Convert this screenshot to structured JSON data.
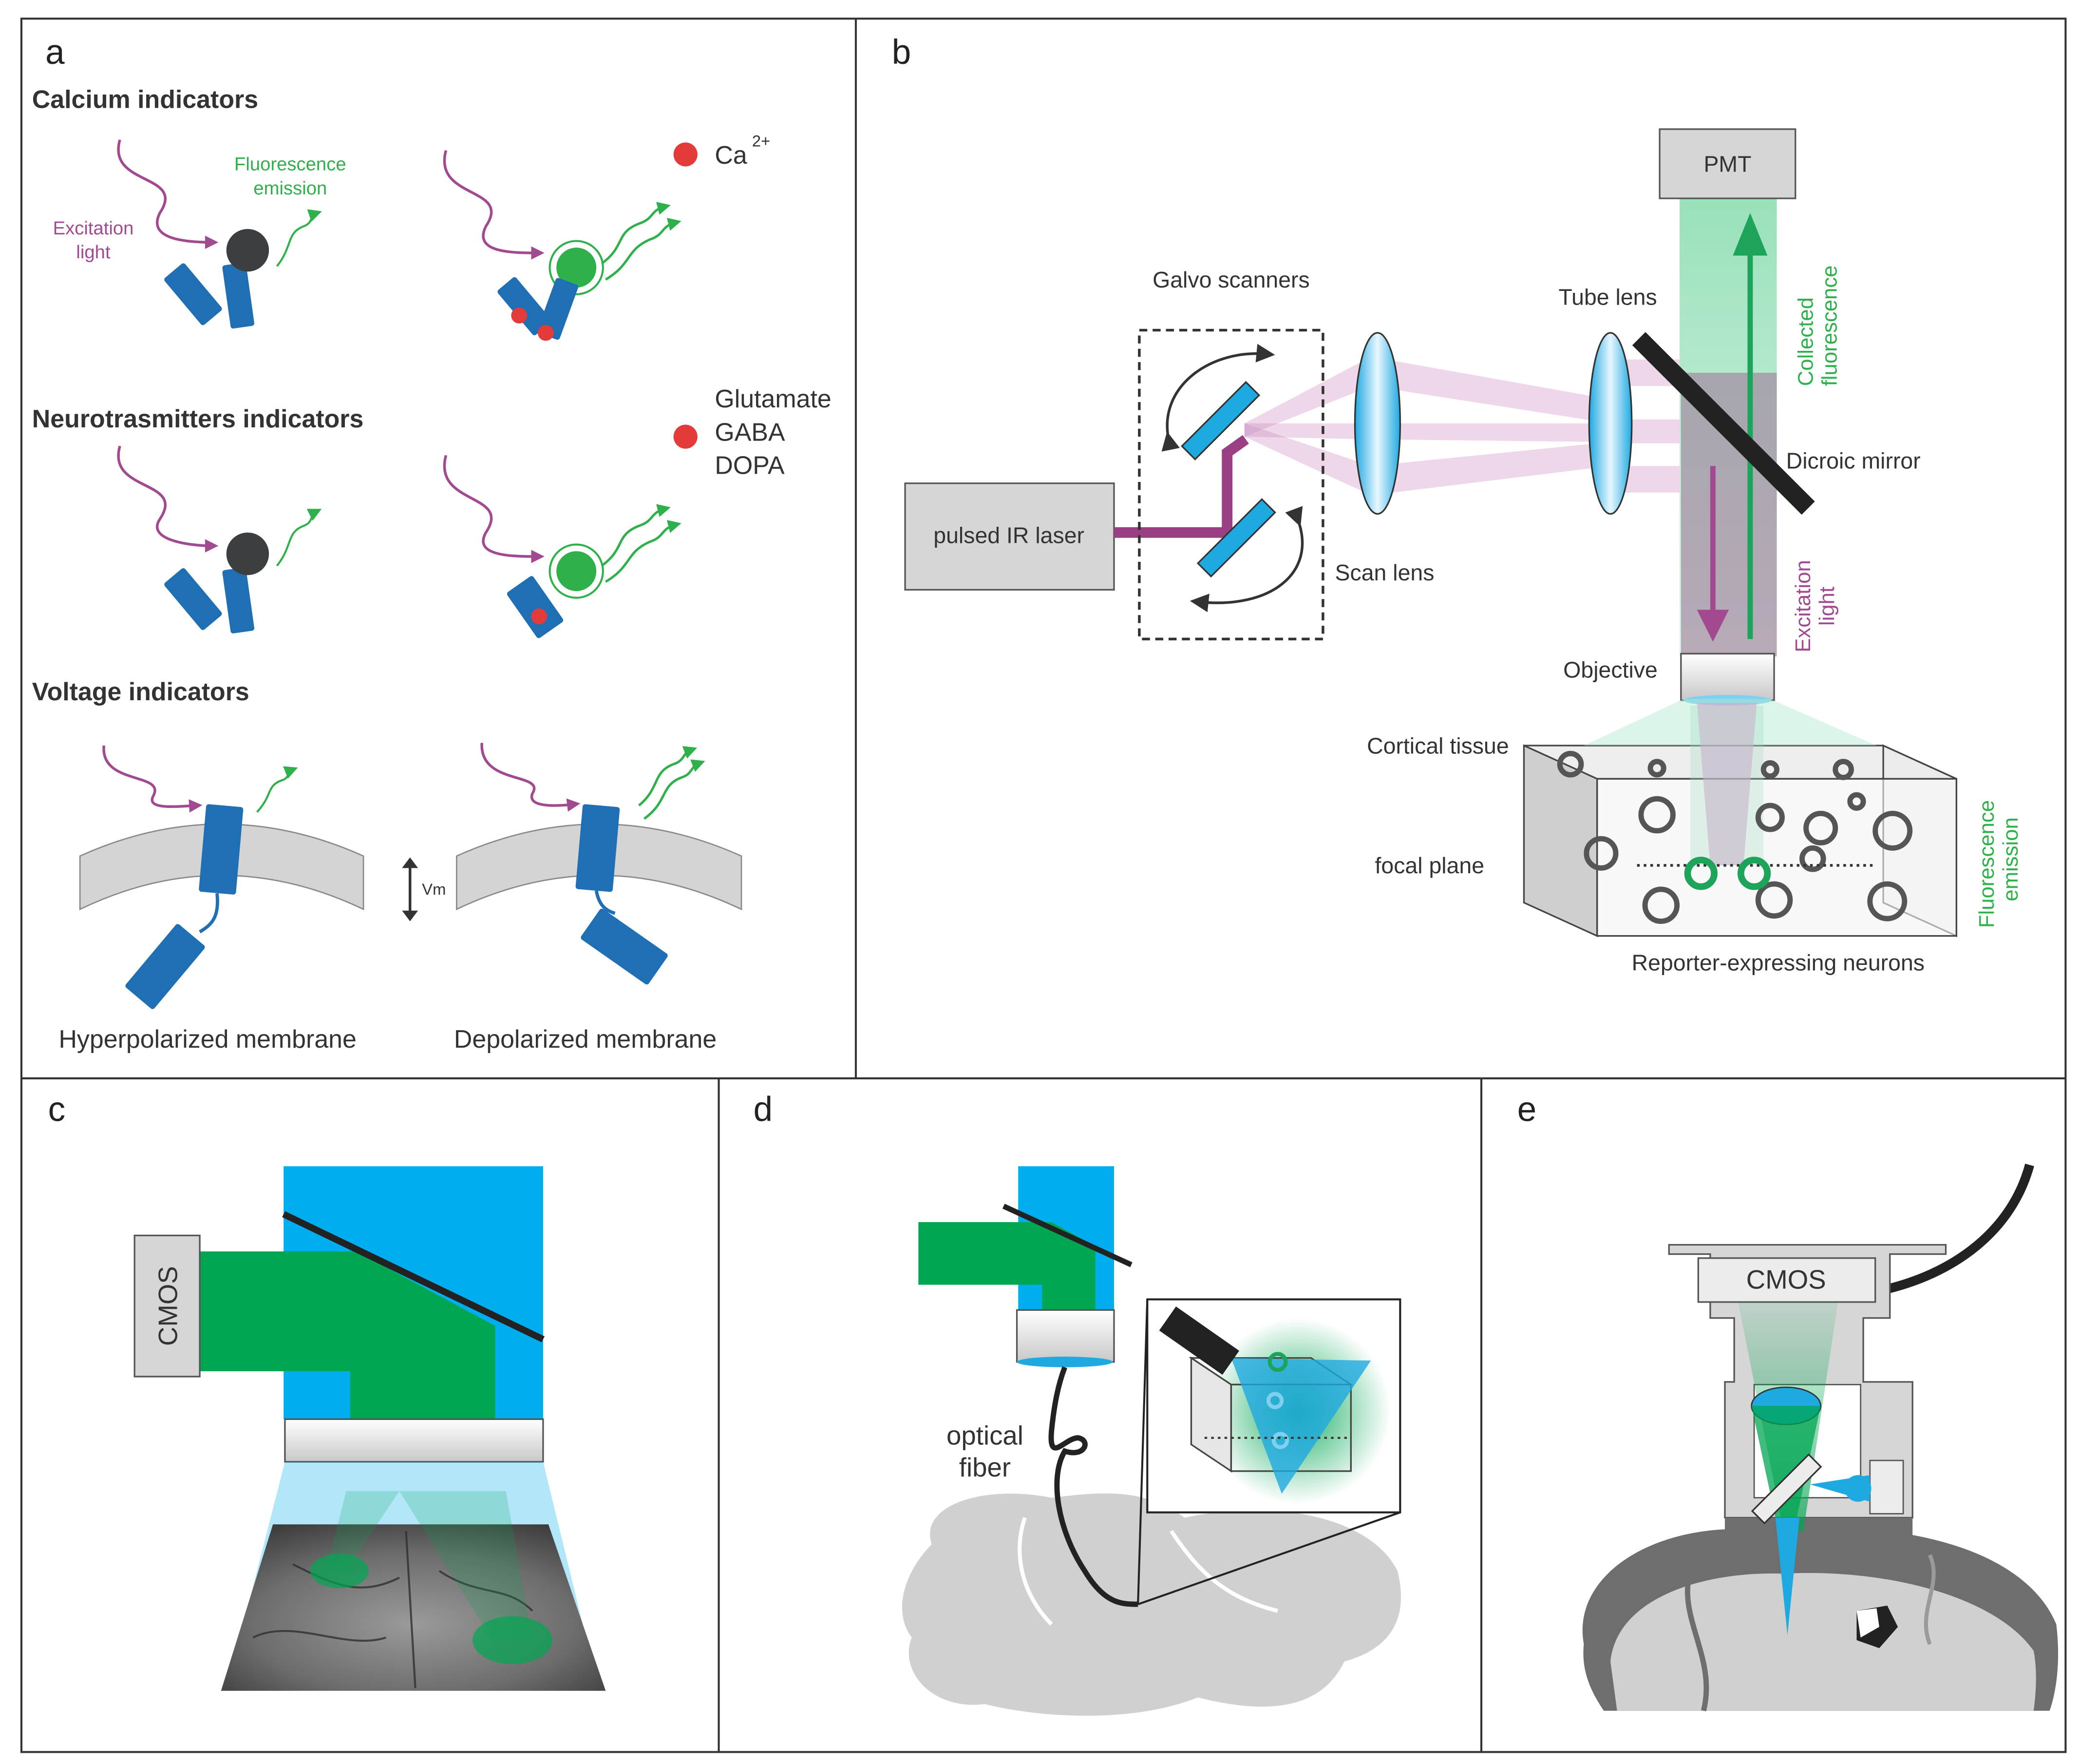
{
  "panel_labels": {
    "a": "a",
    "b": "b",
    "c": "c",
    "d": "d",
    "e": "e"
  },
  "panel_a": {
    "calcium_title": "Calcium indicators",
    "excitation_label": [
      "Excitation",
      "light"
    ],
    "fluorescence_label": [
      "Fluorescence",
      "emission"
    ],
    "ca_label": "Ca",
    "ca_superscript": "2+",
    "neuro_title": "Neurotrasmitters indicators",
    "neuro_legend": [
      "Glutamate",
      "GABA",
      "DOPA"
    ],
    "voltage_title": "Voltage indicators",
    "vm_label": "Vm",
    "hyperpolarized_label": "Hyperpolarized membrane",
    "depolarized_label": "Depolarized membrane"
  },
  "panel_b": {
    "pmt_label": "PMT",
    "galvo_label": "Galvo scanners",
    "tube_lens_label": "Tube lens",
    "collected_label": [
      "Collected",
      "fluorescence"
    ],
    "dicroic_label": "Dicroic mirror",
    "laser_label": "pulsed IR laser",
    "scan_lens_label": "Scan lens",
    "excitation_label": [
      "Excitation",
      "light"
    ],
    "objective_label": "Objective",
    "cortical_label": "Cortical tissue",
    "focal_label": "focal plane",
    "neurons_label": "Reporter-expressing neurons",
    "emission_label": [
      "Fluorescence",
      "emission"
    ]
  },
  "panel_c": {
    "cmos_label": "CMOS"
  },
  "panel_d": {
    "fiber_label": [
      "optical",
      "fiber"
    ]
  },
  "panel_e": {
    "cmos_label": "CMOS"
  },
  "colors": {
    "indicator_blue": "#1f6fb5",
    "fluor_green": "#2eb04b",
    "excitation_purple": "#a24a8f",
    "ion_red": "#e33a3a",
    "light_blue": "#00aeef",
    "dark_green": "#00a651",
    "box_gray": "#d4d4d4"
  }
}
